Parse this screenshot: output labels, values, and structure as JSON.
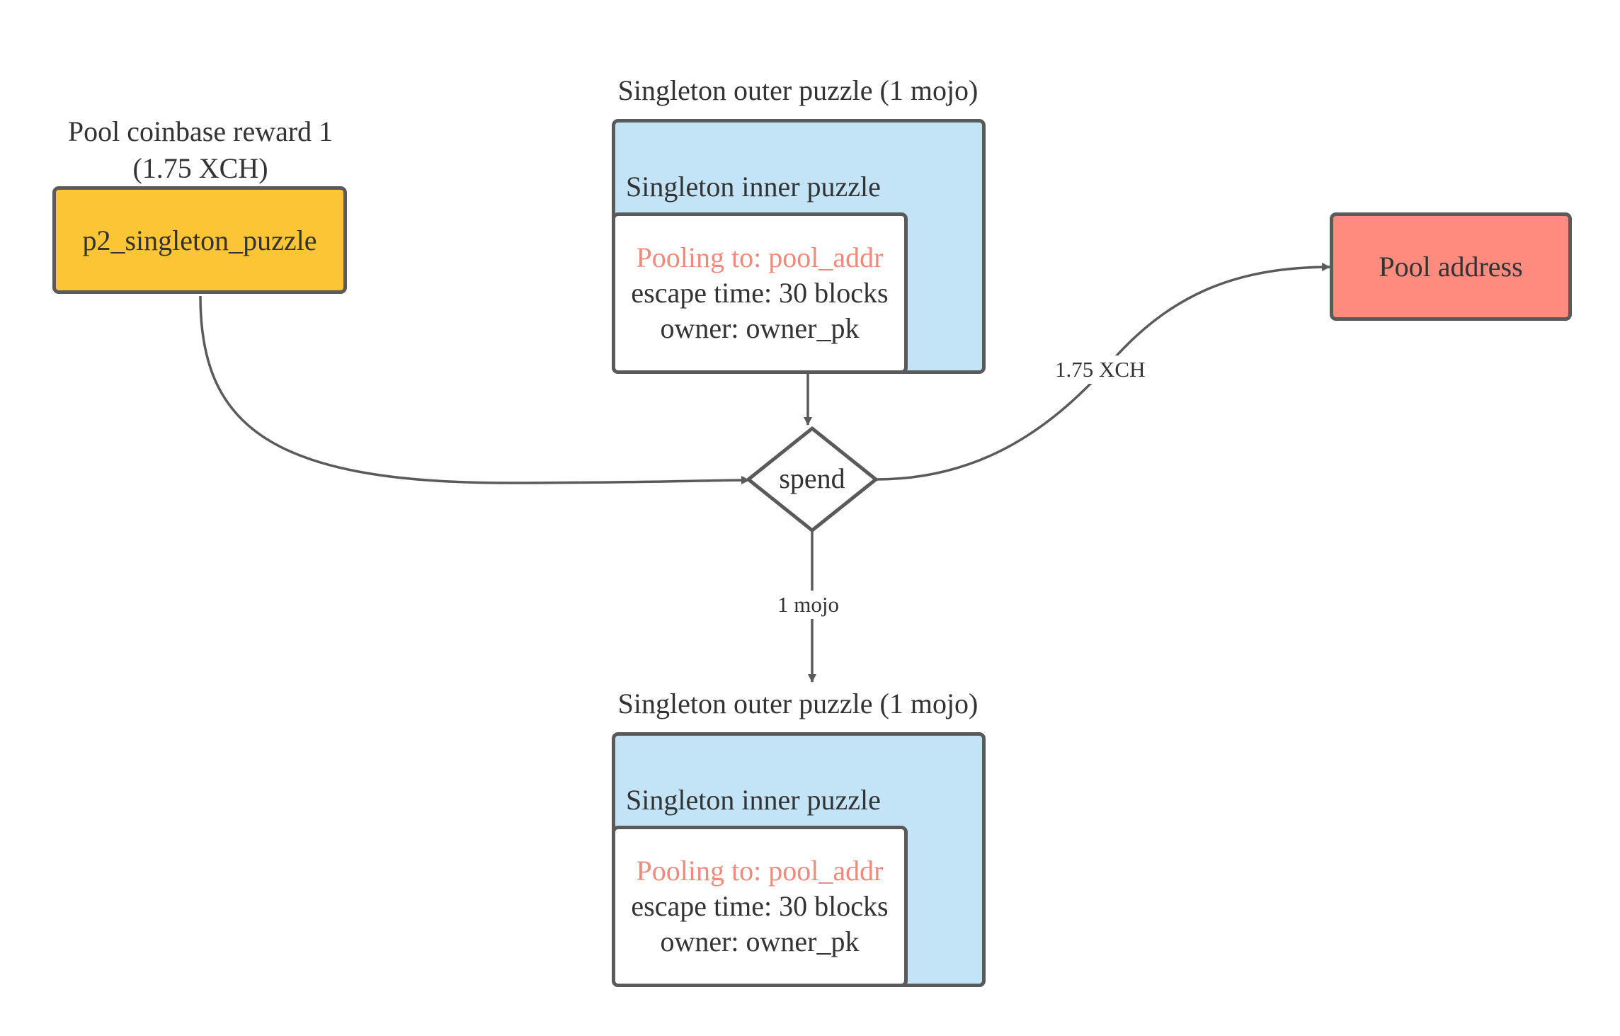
{
  "colors": {
    "stroke": "#5a5a5a",
    "yellow": "#fbc535",
    "blue": "#c2e4f6",
    "red": "#ff8b7e",
    "pool_text": "#f28a7b",
    "text": "#333333"
  },
  "reward": {
    "caption_line1": "Pool coinbase reward 1",
    "caption_line2": "(1.75 XCH)",
    "label": "p2_singleton_puzzle"
  },
  "singleton_top": {
    "outer_label": "Singleton outer puzzle (1 mojo)",
    "inner_label": "Singleton inner puzzle",
    "pooling": "Pooling to: pool_addr",
    "escape": "escape time: 30 blocks",
    "owner": "owner: owner_pk"
  },
  "singleton_bottom": {
    "outer_label": "Singleton outer puzzle (1 mojo)",
    "inner_label": "Singleton inner puzzle",
    "pooling": "Pooling to: pool_addr",
    "escape": "escape time: 30 blocks",
    "owner": "owner: owner_pk"
  },
  "spend": {
    "label": "spend"
  },
  "pool": {
    "label": "Pool address"
  },
  "edges": {
    "to_pool": "1.75 XCH",
    "to_next": "1 mojo"
  }
}
